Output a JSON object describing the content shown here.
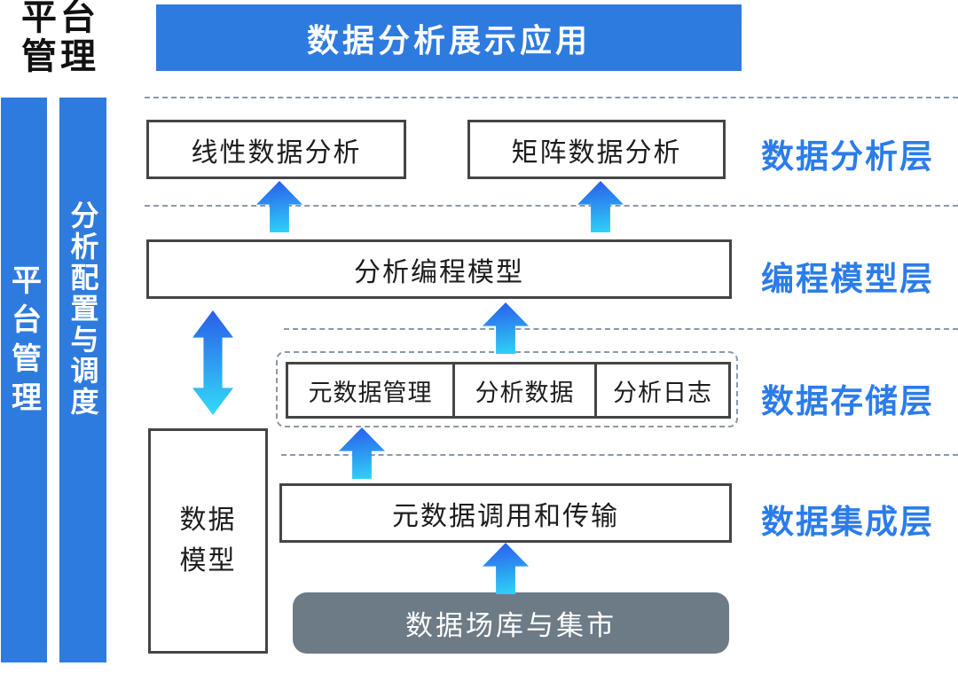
{
  "colors": {
    "primary_blue": "#2e7bdf",
    "layer_label_blue": "#2b7ceb",
    "arrow_gradient_top": "#2a5de8",
    "arrow_gradient_bottom": "#33dbf8",
    "box_border": "#454545",
    "dashed_line": "#8a9aa9",
    "warehouse_gray": "#6c7b86",
    "text_dark": "#1c1c1c"
  },
  "corner": {
    "line1": "平台",
    "line2": "管理"
  },
  "banner": {
    "label": "数据分析展示应用"
  },
  "sidebars": [
    {
      "label": "平台管理"
    },
    {
      "label": "分析配置与调度"
    }
  ],
  "layer_labels": [
    {
      "label": "数据分析层"
    },
    {
      "label": "编程模型层"
    },
    {
      "label": "数据存储层"
    },
    {
      "label": "数据集成层"
    }
  ],
  "boxes": {
    "linear": "线性数据分析",
    "matrix": "矩阵数据分析",
    "programming": "分析编程模型",
    "data_model_line1": "数据",
    "data_model_line2": "模型",
    "integration": "元数据调用和传输",
    "warehouse": "数据场库与集市"
  },
  "storage": {
    "cells": [
      {
        "label": "元数据管理"
      },
      {
        "label": "分析数据"
      },
      {
        "label": "分析日志"
      }
    ]
  }
}
